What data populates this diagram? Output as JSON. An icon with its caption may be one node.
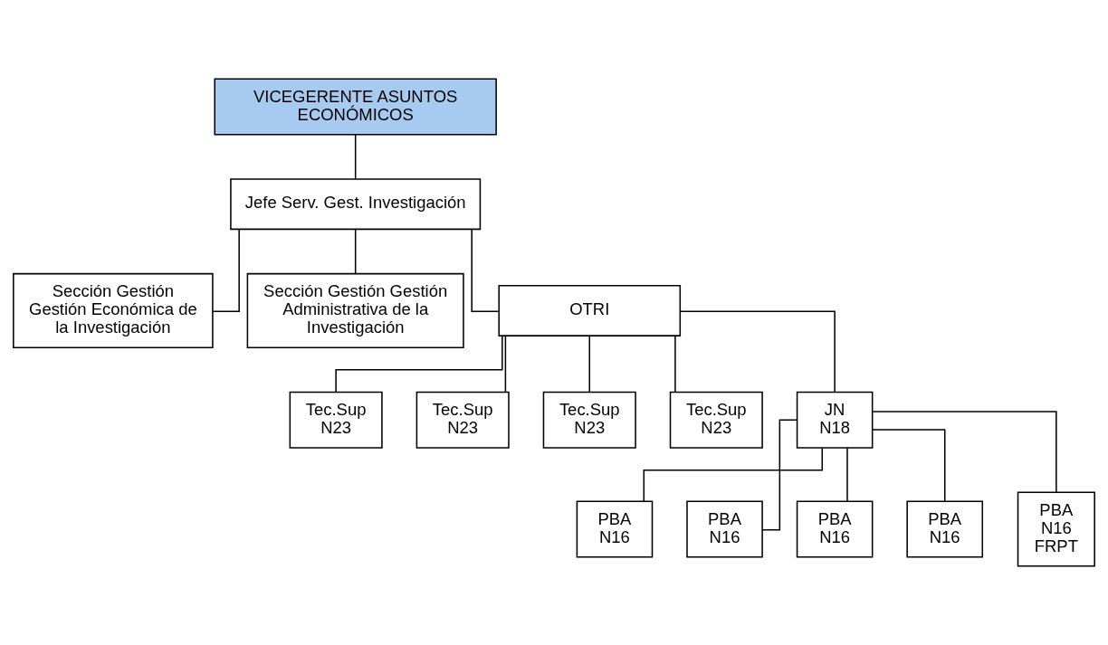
{
  "diagram": {
    "nodes": [
      {
        "text": [
          "VICEGERENTE ASUNTOS ECONÓMICOS"
        ]
      },
      {
        "text": [
          "Jefe Serv. Gest. Investigación"
        ]
      },
      {
        "text": [
          "Sección Gestión Gestión Económica de la Investigación"
        ]
      },
      {
        "text": [
          "Sección Gestión Gestión Administrativa de la Investigación"
        ]
      },
      {
        "text": [
          "OTRI"
        ]
      },
      {
        "text": [
          "Tec.Sup N23"
        ]
      },
      {
        "text": [
          "Tec.Sup N23"
        ]
      },
      {
        "text": [
          "Tec.Sup N23"
        ]
      },
      {
        "text": [
          "Tec.Sup N23"
        ]
      },
      {
        "text": [
          "JN N18"
        ]
      },
      {
        "text": [
          "PBA N16"
        ]
      },
      {
        "text": [
          "PBA N16"
        ]
      },
      {
        "text": [
          "PBA N16"
        ]
      },
      {
        "text": [
          "PBA N16"
        ]
      },
      {
        "text": [
          "PBA N16 FRPT"
        ]
      }
    ],
    "edges": [
      {
        "from": 0,
        "to": 1,
        "arrow": "none"
      },
      {
        "from": 1,
        "to": 2,
        "arrow": "none"
      },
      {
        "from": 1,
        "to": 3,
        "arrow": "none"
      },
      {
        "from": 1,
        "to": 4,
        "arrow": "none"
      },
      {
        "from": 4,
        "to": 5,
        "arrow": "none"
      },
      {
        "from": 4,
        "to": 6,
        "arrow": "none"
      },
      {
        "from": 4,
        "to": 7,
        "arrow": "none"
      },
      {
        "from": 4,
        "to": 8,
        "arrow": "none"
      },
      {
        "from": 4,
        "to": 9,
        "arrow": "none"
      },
      {
        "from": 9,
        "to": 10,
        "arrow": "none"
      },
      {
        "from": 9,
        "to": 11,
        "arrow": "none"
      },
      {
        "from": 9,
        "to": 12,
        "arrow": "none"
      },
      {
        "from": 9,
        "to": 13,
        "arrow": "none"
      },
      {
        "from": 9,
        "to": 14,
        "arrow": "none"
      }
    ]
  }
}
